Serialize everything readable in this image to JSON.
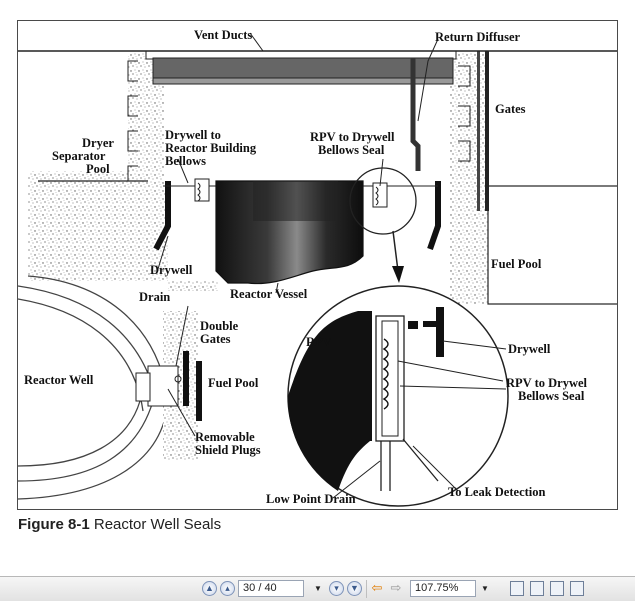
{
  "diagram": {
    "labels": {
      "vent_ducts": "Vent Ducts",
      "return_diffuser": "Return Diffuser",
      "gates": "Gates",
      "dryer_separator_pool": [
        "Dryer",
        "Separator",
        "Pool"
      ],
      "drywell_to_reactor_building_bellows": [
        "Drywell to",
        "Reactor Building",
        "Bellows"
      ],
      "rpv_to_drywell_bellows_seal_top": [
        "RPV to Drywell",
        "Bellows Seal"
      ],
      "drywell_lower": "Drywell",
      "reactor_vessel": "Reactor Vessel",
      "fuel_pool_right": "Fuel Pool",
      "drain": "Drain",
      "double_gates": [
        "Double",
        "Gates"
      ],
      "reactor_well": "Reactor Well",
      "fuel_pool_inset": "Fuel Pool",
      "removable_shield_plugs": [
        "Removable",
        "Shield Plugs"
      ],
      "rpv": "RPV",
      "drywell_detail": "Drywell",
      "rpv_to_drywell_bellows_seal_detail": [
        "RPV to Drywel",
        "Bellows Seal"
      ],
      "low_point_drain": "Low Point Drain",
      "to_leak_detection": "To Leak Detection"
    }
  },
  "caption": {
    "number": "Figure 8-1",
    "title": "Reactor Well Seals"
  },
  "toolbar": {
    "current_page": "30",
    "page_separator": "/",
    "total_pages": "40",
    "zoom": "107.75%",
    "icons": {
      "first_page": "double-up-arrow-icon",
      "prev_page": "up-arrow-icon",
      "next_page": "down-arrow-icon",
      "last_page": "double-down-arrow-icon",
      "back": "left-arrow-icon",
      "forward": "right-arrow-icon",
      "single_page": "single-page-view-icon",
      "continuous": "continuous-view-icon",
      "facing": "facing-pages-icon",
      "continuous_facing": "continuous-facing-icon"
    },
    "accent_color": "#3b5a8c",
    "back_arrow_color": "#e07b00"
  }
}
